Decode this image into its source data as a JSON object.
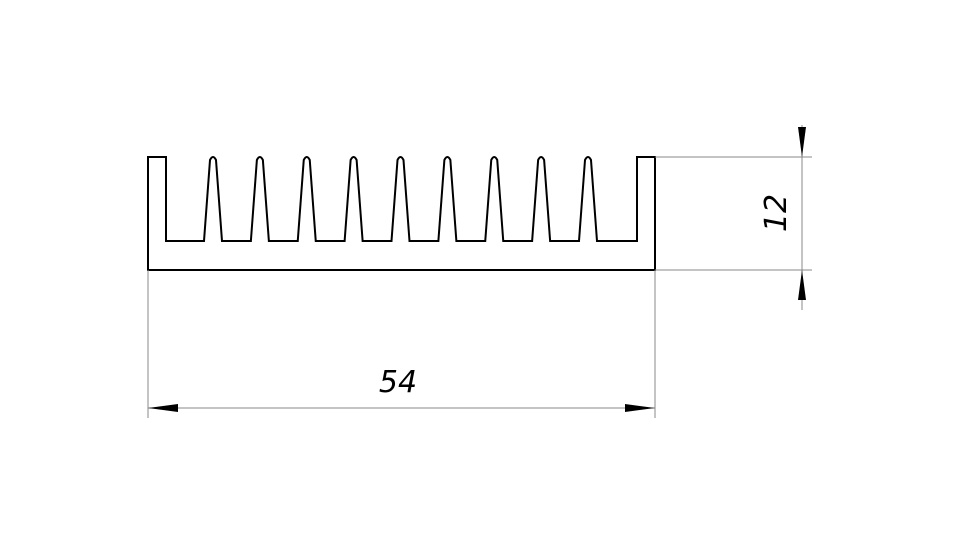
{
  "drawing": {
    "object": "heatsink-profile",
    "fin_count": 9,
    "dimensions": {
      "width_label": "54",
      "height_label": "12"
    },
    "colors": {
      "outline": "#000000",
      "dimension_line": "#8a8a8a",
      "background": "#ffffff"
    }
  }
}
